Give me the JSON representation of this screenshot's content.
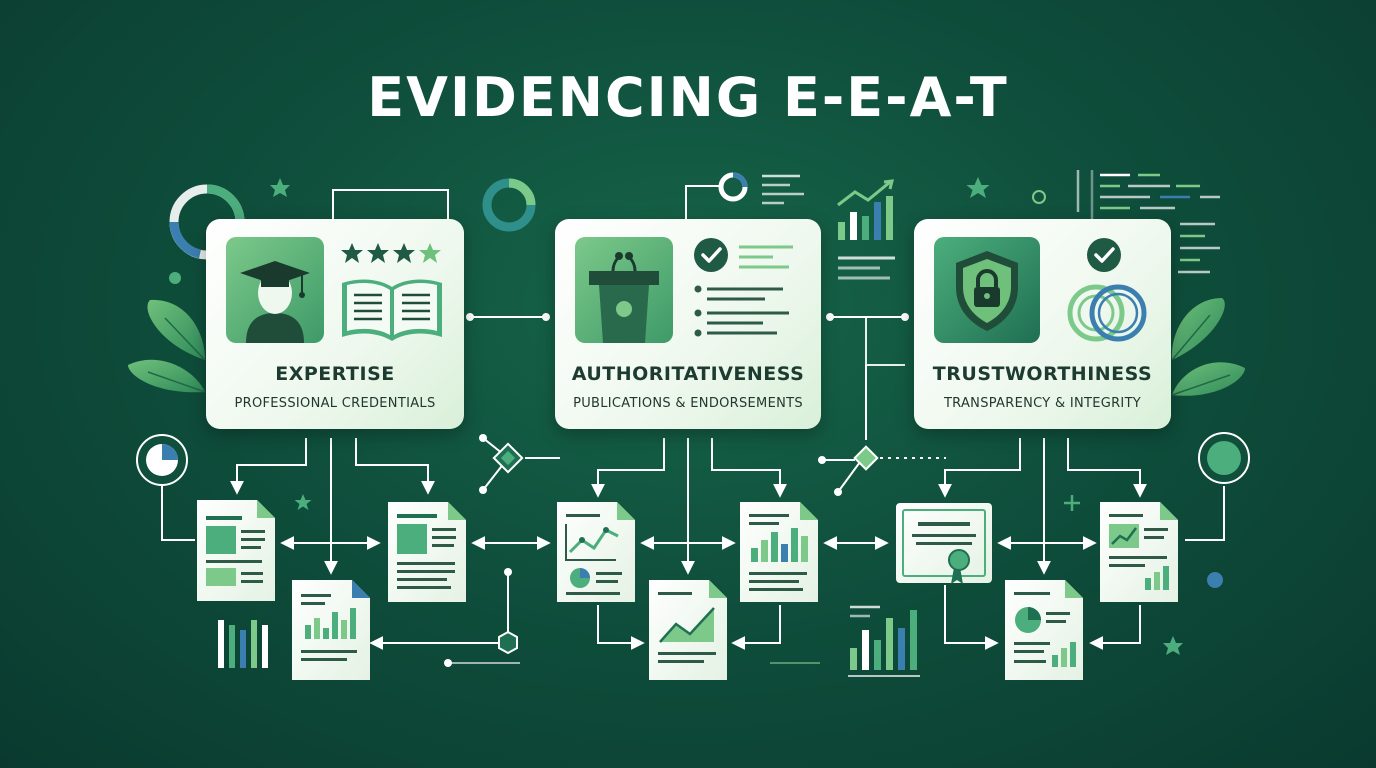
{
  "title": "EVIDENCING E-E-A-T",
  "pillars": [
    {
      "title": "EXPERTISE",
      "subtitle": "PROFESSIONAL CREDENTIALS",
      "icons": [
        "graduate-icon",
        "stars-rating-icon",
        "open-book-icon"
      ]
    },
    {
      "title": "AUTHORITATIVENESS",
      "subtitle": "PUBLICATIONS & ENDORSEMENTS",
      "icons": [
        "podium-icon",
        "checkmark-icon",
        "checklist-icon"
      ]
    },
    {
      "title": "TRUSTWORTHINESS",
      "subtitle": "TRANSPARENCY & INTEGRITY",
      "icons": [
        "shield-lock-icon",
        "checkmark-icon",
        "interlocked-rings-icon"
      ]
    }
  ],
  "colors": {
    "background": "#0f4f3c",
    "card": "#eef8ee",
    "accent_green": "#4cae7c",
    "accent_blue": "#3b7fb0",
    "connector": "#ffffff"
  }
}
